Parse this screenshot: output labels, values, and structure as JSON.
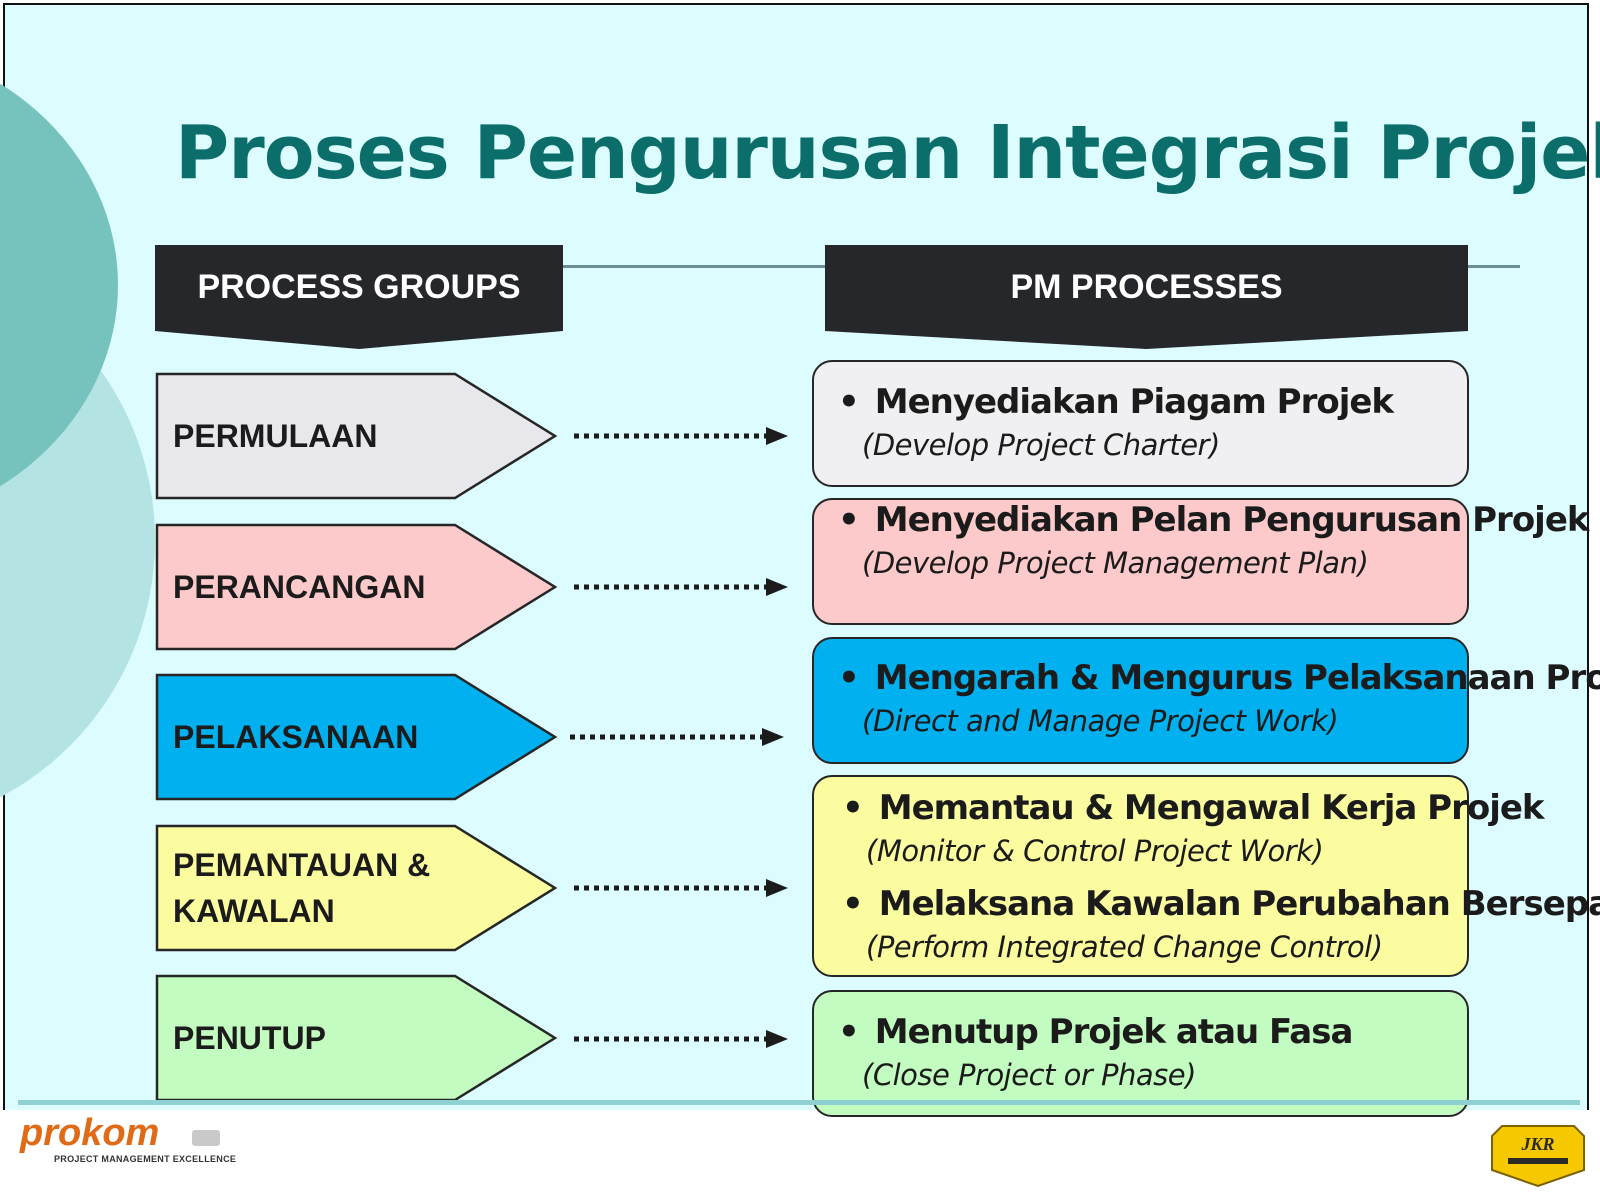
{
  "title": "Proses Pengurusan Integrasi Projek",
  "headers": {
    "process_groups": "PROCESS GROUPS",
    "pm_processes": "PM PROCESSES"
  },
  "colors": {
    "title": "#0c6e6a",
    "header_bg": "#25272b",
    "background": "#dcfcff"
  },
  "process_groups": [
    {
      "label": "PERMULAAN",
      "color": "#e8e7ec"
    },
    {
      "label": "PERANCANGAN",
      "color": "#fccaca"
    },
    {
      "label": "PELAKSANAAN",
      "color": "#00b0ef"
    },
    {
      "label": "PEMANTAUAN & KAWALAN",
      "color": "#fbfb9f"
    },
    {
      "label": "PENUTUP",
      "color": "#c3fcc0"
    }
  ],
  "pm_processes": [
    {
      "items": [
        {
          "name": "Menyediakan Piagam Projek",
          "english": "(Develop Project Charter)"
        }
      ]
    },
    {
      "items": [
        {
          "name": "Menyediakan Pelan Pengurusan Projek",
          "english": "(Develop Project Management Plan)"
        }
      ]
    },
    {
      "items": [
        {
          "name": "Mengarah & Mengurus Pelaksanaan Projek",
          "english": "(Direct and Manage Project Work)"
        }
      ]
    },
    {
      "items": [
        {
          "name": "Memantau & Mengawal Kerja Projek",
          "english": "(Monitor & Control Project Work)"
        },
        {
          "name": "Melaksana Kawalan Perubahan Bersepadu",
          "english": "(Perform Integrated Change Control)"
        }
      ]
    },
    {
      "items": [
        {
          "name": "Menutup Projek atau Fasa",
          "english": "(Close Project or Phase)"
        }
      ]
    }
  ],
  "footer": {
    "logo_left": "prokom",
    "logo_left_tagline": "PROJECT MANAGEMENT EXCELLENCE",
    "logo_right": "JKR"
  }
}
